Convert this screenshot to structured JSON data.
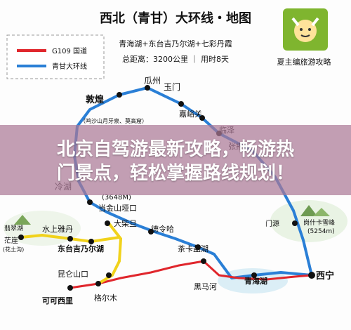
{
  "header": {
    "title": "西北（青甘）大环线・地图",
    "route_line": "青海湖+东台吉乃尔湖+七彩丹霞",
    "distance_line": "总距离：3200公里 ｜ 用时8天"
  },
  "legend": {
    "items": [
      {
        "label": "G109 国道",
        "color": "#e0262c"
      },
      {
        "label": "青甘大环线",
        "color": "#2a7fd6"
      }
    ]
  },
  "logo": {
    "label": "夏主编旅游攻略"
  },
  "banner": {
    "line1": "北京自驾游最新攻略，畅游热",
    "line2": "门景点，轻松掌握路线规划！"
  },
  "places": {
    "guazhou": "瓜州",
    "yumen": "玉门",
    "dunhuang": "敦煌",
    "dunhuang_note": "（鸣沙山月牙泉、莫高窟）",
    "jiayuguan": "嘉峪关",
    "linze": "临泽",
    "zhangye": "张掖",
    "lenghu": "冷湖",
    "elevation_mid": "(3648M)",
    "dangjinshankou": "当金山垭口",
    "mangai": "茫崖",
    "mangai_note": "(花土沟)",
    "emerald_lake": "翡翠湖",
    "shuishang_yadan": "水上雅丹",
    "dachaidan": "大柴旦",
    "delingha": "德令哈",
    "dongtaijinaier": "东台吉乃尔湖",
    "chakayanhu": "茶卡盐湖",
    "menyuan": "门源",
    "gangshimaqia": "岗什卡雪峰",
    "elevation_right": "(5254m)",
    "kunlunshankou": "昆仑山口",
    "qinghaihu": "青海湖",
    "xining": "西宁",
    "heimahe": "黑马河",
    "kekexili": "可可西里",
    "geermu": "格尔木"
  }
}
